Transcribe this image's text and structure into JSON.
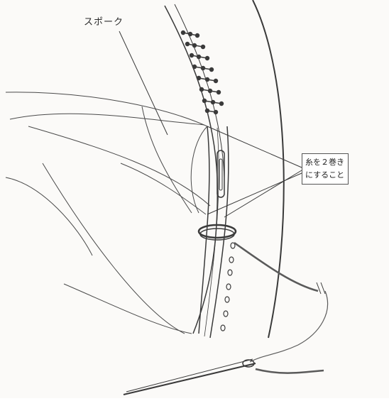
{
  "labels": {
    "spoke": "スポーク",
    "callout_line1": "糸を２巻き",
    "callout_line2": "にすること"
  },
  "colors": {
    "line": "#3a3a3a",
    "thread": "#5a5a5a",
    "paper": "#fbfaf8"
  }
}
